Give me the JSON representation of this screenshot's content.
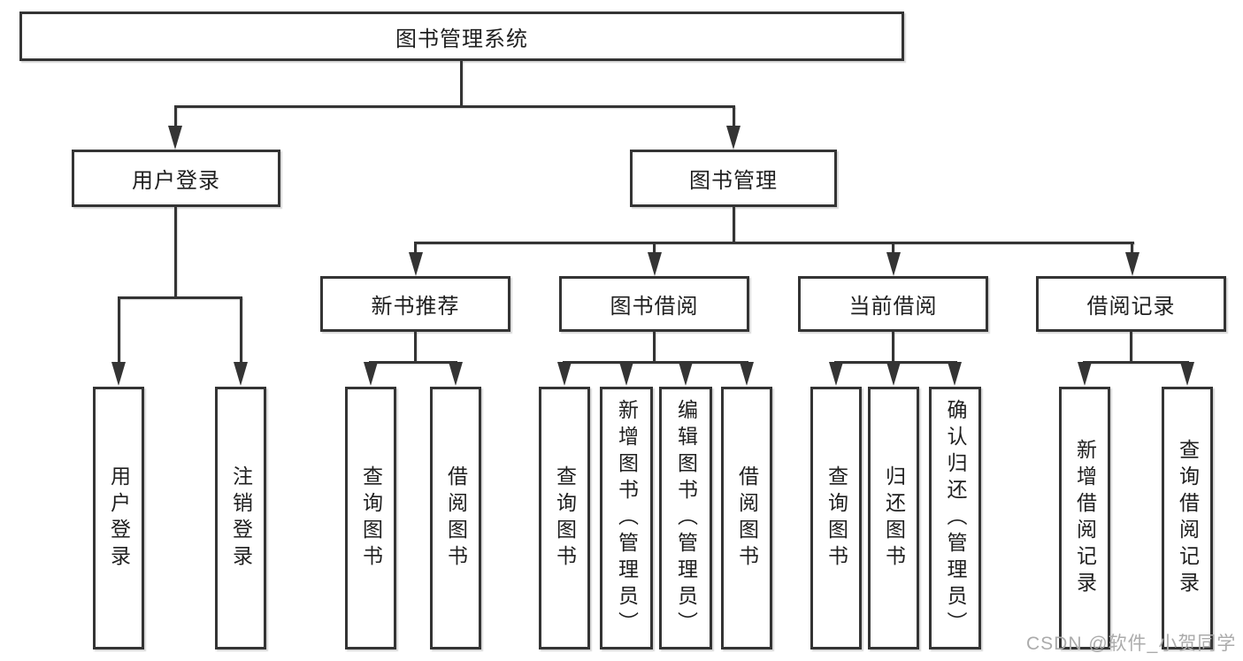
{
  "colors": {
    "line": "#343434",
    "box_background": "#ffffff",
    "text": "#1f1f1f",
    "watermark": "#ababab"
  },
  "diagram": {
    "root": {
      "label": "图书管理系统"
    },
    "level2": [
      {
        "label": "用户登录"
      },
      {
        "label": "图书管理"
      }
    ],
    "level3": [
      {
        "label": "新书推荐"
      },
      {
        "label": "图书借阅"
      },
      {
        "label": "当前借阅"
      },
      {
        "label": "借阅记录"
      }
    ],
    "level4_groups": [
      {
        "parent": "用户登录",
        "children": [
          {
            "label": "用户登录"
          },
          {
            "label": "注销登录"
          }
        ]
      },
      {
        "parent": "新书推荐",
        "children": [
          {
            "label": "查询图书"
          },
          {
            "label": "借阅图书"
          }
        ]
      },
      {
        "parent": "图书借阅",
        "children": [
          {
            "label": "查询图书"
          },
          {
            "label": "新增图书（管理员）"
          },
          {
            "label": "编辑图书（管理员）"
          },
          {
            "label": "借阅图书"
          }
        ]
      },
      {
        "parent": "当前借阅",
        "children": [
          {
            "label": "查询图书"
          },
          {
            "label": "归还图书"
          },
          {
            "label": "确认归还（管理员）"
          }
        ]
      },
      {
        "parent": "借阅记录",
        "children": [
          {
            "label": "新增借阅记录"
          },
          {
            "label": "查询借阅记录"
          }
        ]
      }
    ]
  },
  "watermark": {
    "text": "CSDN @软件_小贺同学"
  }
}
